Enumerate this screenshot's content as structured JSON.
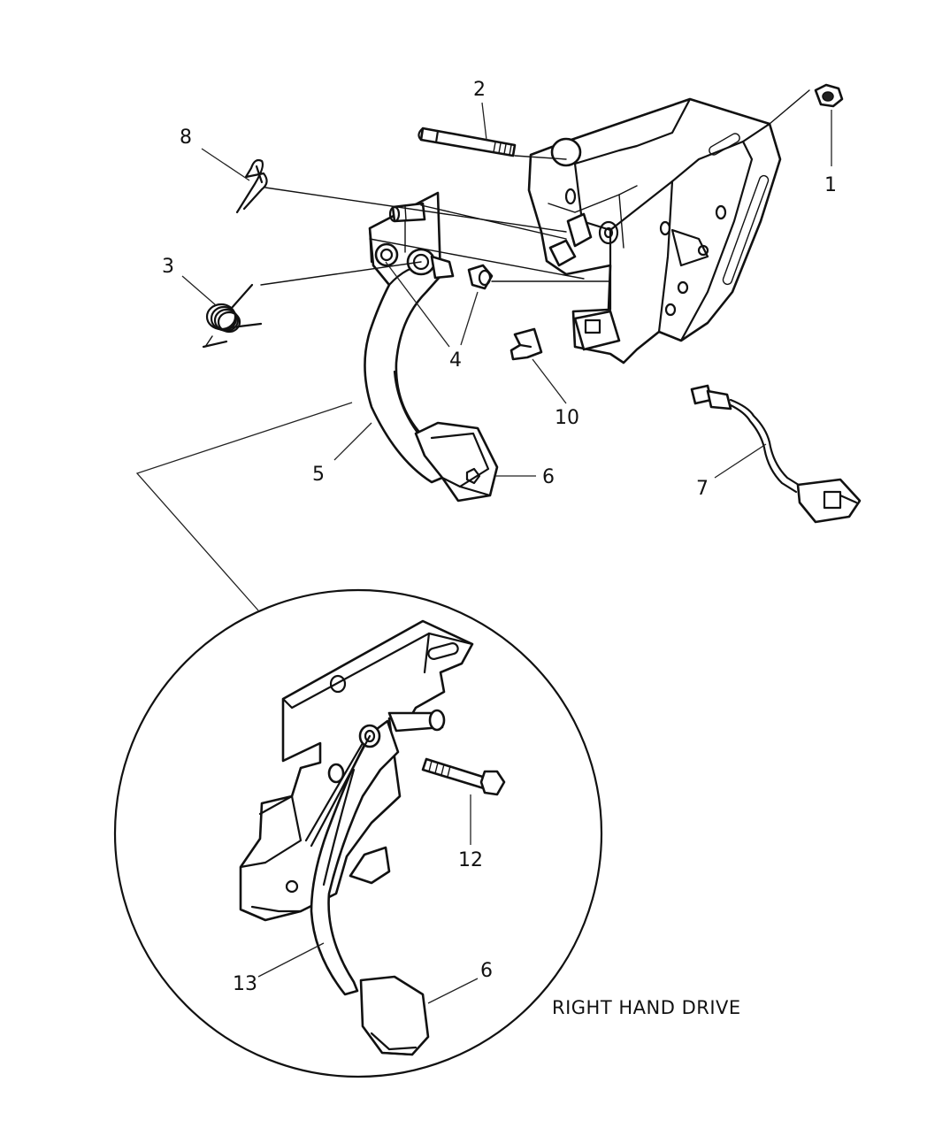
{
  "callouts": {
    "c1": "1",
    "c2": "2",
    "c3": "3",
    "c4": "4",
    "c5": "5",
    "c6a": "6",
    "c6b": "6",
    "c7": "7",
    "c8": "8",
    "c10": "10",
    "c12": "12",
    "c13": "13"
  },
  "caption": "RIGHT HAND DRIVE"
}
